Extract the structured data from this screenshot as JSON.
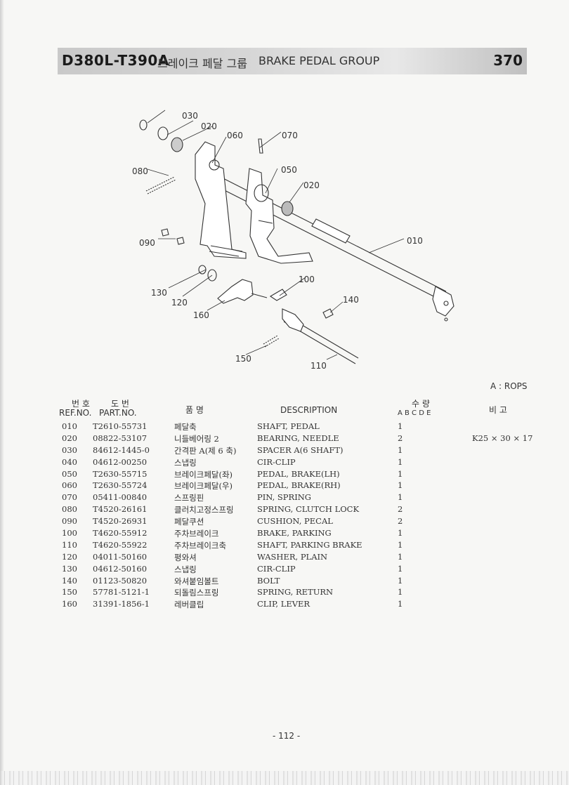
{
  "header": {
    "model": "D380L-T390A",
    "title_ko": "브레이크 페달 그룹",
    "title_en": "BRAKE PEDAL GROUP",
    "group_no": "370"
  },
  "diagram": {
    "callouts": {
      "c030": "030",
      "c020a": "020",
      "c060": "060",
      "c070": "070",
      "c080": "080",
      "c050": "050",
      "c020b": "020",
      "c010": "010",
      "c090": "090",
      "c100": "100",
      "c130": "130",
      "c120": "120",
      "c140": "140",
      "c160": "160",
      "c150": "150",
      "c110": "110"
    }
  },
  "rops_note": "A : ROPS",
  "table_headers": {
    "ref_ko": "번 호",
    "part_ko": "도 번",
    "ref_en": "REF.NO.",
    "part_en": "PART.NO.",
    "name_ko": "품 명",
    "desc": "DESCRIPTION",
    "qty_ko": "수 량",
    "qty_cols": "A B C D E",
    "remark_ko": "비 고"
  },
  "parts": [
    {
      "ref": "010",
      "part_no": "T2610-55731",
      "name_ko": "페달축",
      "desc": "SHAFT, PEDAL",
      "qty": "1",
      "remark": ""
    },
    {
      "ref": "020",
      "part_no": "08822-53107",
      "name_ko": "니들베어링 2",
      "desc": "BEARING, NEEDLE",
      "qty": "2",
      "remark": "K25 × 30 × 17"
    },
    {
      "ref": "030",
      "part_no": "84612-1445-0",
      "name_ko": "간격판 A(제 6 축)",
      "desc": "SPACER A(6 SHAFT)",
      "qty": "1",
      "remark": ""
    },
    {
      "ref": "040",
      "part_no": "04612-00250",
      "name_ko": "스냅링",
      "desc": "CIR-CLIP",
      "qty": "1",
      "remark": ""
    },
    {
      "ref": "050",
      "part_no": "T2630-55715",
      "name_ko": "브레이크페달(좌)",
      "desc": "PEDAL, BRAKE(LH)",
      "qty": "1",
      "remark": ""
    },
    {
      "ref": "060",
      "part_no": "T2630-55724",
      "name_ko": "브레이크페달(우)",
      "desc": "PEDAL, BRAKE(RH)",
      "qty": "1",
      "remark": ""
    },
    {
      "ref": "070",
      "part_no": "05411-00840",
      "name_ko": "스프링핀",
      "desc": "PIN, SPRING",
      "qty": "1",
      "remark": ""
    },
    {
      "ref": "080",
      "part_no": "T4520-26161",
      "name_ko": "클러치고정스프링",
      "desc": "SPRING, CLUTCH LOCK",
      "qty": "2",
      "remark": ""
    },
    {
      "ref": "090",
      "part_no": "T4520-26931",
      "name_ko": "페달쿠션",
      "desc": "CUSHION, PECAL",
      "qty": "2",
      "remark": ""
    },
    {
      "ref": "100",
      "part_no": "T4620-55912",
      "name_ko": "주차브레이크",
      "desc": "BRAKE, PARKING",
      "qty": "1",
      "remark": ""
    },
    {
      "ref": "110",
      "part_no": "T4620-55922",
      "name_ko": "주차브레이크축",
      "desc": "SHAFT, PARKING BRAKE",
      "qty": "1",
      "remark": ""
    },
    {
      "ref": "120",
      "part_no": "04011-50160",
      "name_ko": "평와셔",
      "desc": "WASHER, PLAIN",
      "qty": "1",
      "remark": ""
    },
    {
      "ref": "130",
      "part_no": "04612-50160",
      "name_ko": "스냅링",
      "desc": "CIR-CLIP",
      "qty": "1",
      "remark": ""
    },
    {
      "ref": "140",
      "part_no": "01123-50820",
      "name_ko": "와셔붙임볼트",
      "desc": "BOLT",
      "qty": "1",
      "remark": ""
    },
    {
      "ref": "150",
      "part_no": "57781-5121-1",
      "name_ko": "되돌림스프링",
      "desc": "SPRING, RETURN",
      "qty": "1",
      "remark": ""
    },
    {
      "ref": "160",
      "part_no": "31391-1856-1",
      "name_ko": "레버클립",
      "desc": "CLIP, LEVER",
      "qty": "1",
      "remark": ""
    }
  ],
  "page_number": "- 112 -"
}
